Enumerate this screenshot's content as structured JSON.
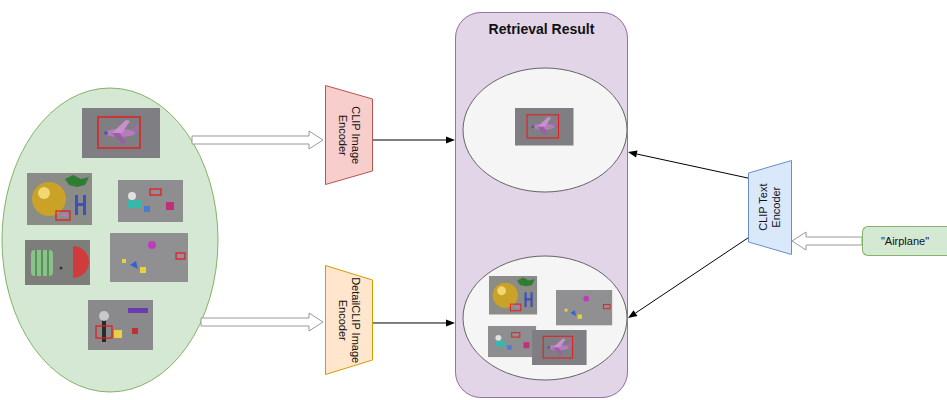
{
  "diagram": {
    "nodes": [
      {
        "text": [
          "Retrieval Result"
        ]
      },
      {
        "text": [
          "CLIP Image Encoder"
        ]
      },
      {
        "text": [
          "DetailCLIP Image Encoder"
        ]
      },
      {
        "text": [
          "CLIP Text Encoder"
        ]
      },
      {
        "text": [
          "\"Airplane\""
        ]
      }
    ],
    "edges": [
      {
        "from": 1,
        "to": 0,
        "arrow": "to"
      },
      {
        "from": 2,
        "to": 0,
        "arrow": "to"
      },
      {
        "from": 3,
        "to": 0,
        "arrow": "to"
      },
      {
        "from": 3,
        "to": 0,
        "arrow": "to"
      },
      {
        "from": 4,
        "to": 3,
        "arrow": "to"
      }
    ]
  }
}
